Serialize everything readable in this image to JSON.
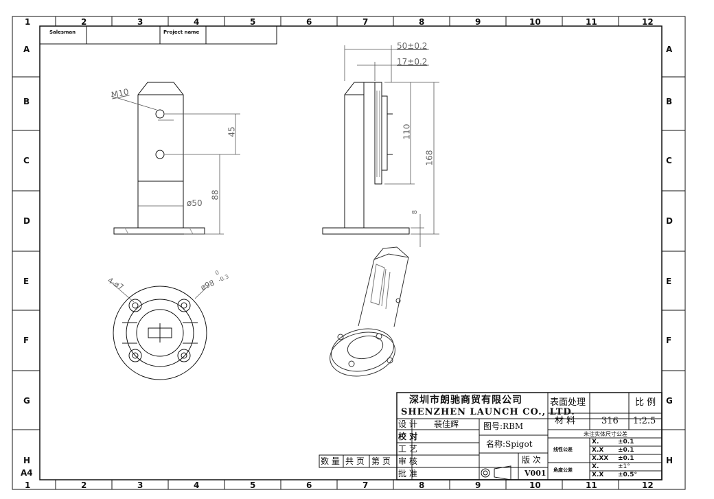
{
  "border": {
    "columns": [
      "1",
      "2",
      "3",
      "4",
      "5",
      "6",
      "7",
      "8",
      "9",
      "10",
      "11",
      "12"
    ],
    "rows": [
      "A",
      "B",
      "C",
      "D",
      "E",
      "F",
      "G",
      "H"
    ],
    "paper_size": "A4"
  },
  "header": {
    "salesman_label": "Salesman",
    "salesman_value": "",
    "project_label": "Project name",
    "project_value": ""
  },
  "dimensions": {
    "thread": "M10",
    "hole_spacing": "45",
    "hole_height": "88",
    "diameter": "ø50",
    "width_total": "50±0.2",
    "width_slot": "17±0.2",
    "clamp_height": "110",
    "total_height": "168",
    "base_thickness": "8",
    "base_holes": "4-ø7",
    "base_diameter": "ø98",
    "base_diameter_tol_upper": "0",
    "base_diameter_tol_lower": "-0.3"
  },
  "title_block": {
    "company_cn": "深圳市朗驰商贸有限公司",
    "company_en": "SHENZHEN LAUNCH CO., LTD.",
    "surface_label": "表面处理",
    "surface_value": "",
    "scale_label": "比 例",
    "material_label": "材 料",
    "material_value": "316",
    "scale_value": "1:2.5",
    "design_label": "设 计",
    "designer": "裴佳辉",
    "check_label": "校 对",
    "process_label": "工 艺",
    "review_label": "审 核",
    "approve_label": "批 准",
    "drawing_no": "图号:RBM",
    "name": "名称:Spigot",
    "version_label": "版 次",
    "version_value": "V001",
    "qty_label": "数 量",
    "total_pages_label": "共 页",
    "page_label": "第 页",
    "tolerance_title": "未注实体尺寸公差",
    "linear_label": "线性公差",
    "angular_label": "角度公差",
    "tolerances": [
      {
        "fmt": "X.",
        "val": "±0.1"
      },
      {
        "fmt": "X.X",
        "val": "±0.1"
      },
      {
        "fmt": "X.XX",
        "val": "±0.1"
      },
      {
        "fmt": "X.",
        "val": "±1°"
      },
      {
        "fmt": "X.X",
        "val": "±0.5°"
      }
    ]
  }
}
